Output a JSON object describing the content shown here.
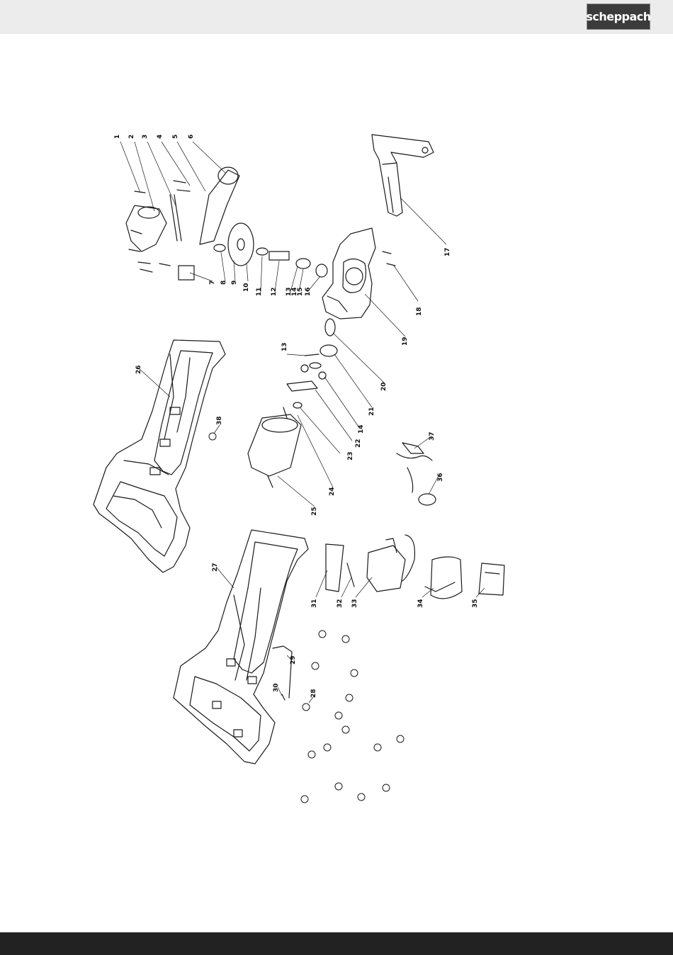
{
  "header": {
    "brand": "scheppach"
  },
  "diagram": {
    "type": "exploded-view",
    "part_numbers": [
      "1",
      "2",
      "3",
      "4",
      "5",
      "6",
      "7",
      "8",
      "9",
      "10",
      "11",
      "12",
      "13",
      "14",
      "15",
      "16",
      "17",
      "18",
      "19",
      "20",
      "21",
      "22",
      "23",
      "24",
      "25",
      "26",
      "27",
      "28",
      "29",
      "30",
      "31",
      "32",
      "33",
      "34",
      "35",
      "36",
      "37",
      "38",
      "14",
      "13"
    ]
  }
}
